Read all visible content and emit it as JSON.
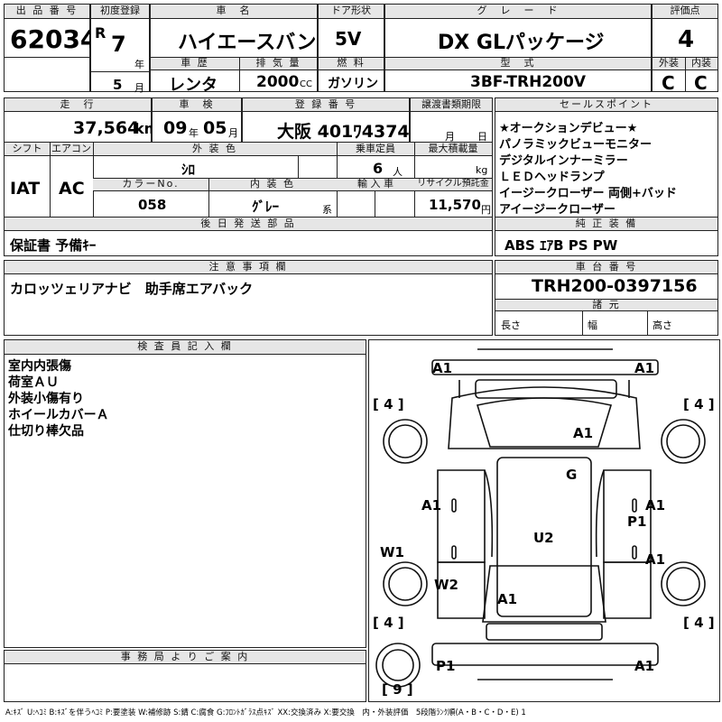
{
  "row1": {
    "lot_label": "出 品 番 号",
    "lot": "62034",
    "first_reg_label": "初度登録",
    "era": "R",
    "year": "7",
    "year_unit": "年",
    "month": "5",
    "month_unit": "月",
    "name_label": "車　名",
    "name": "ハイエースバン",
    "door_label": "ドア形状",
    "door": "5V",
    "grade_label": "グ　レ　ー　ド",
    "grade": "DX GLパッケージ",
    "score_label": "評価点",
    "score": "4",
    "history_label": "車 歴",
    "history": "レンタ",
    "disp_label": "排 気 量",
    "disp": "2000",
    "disp_unit": "CC",
    "fuel_label": "燃 料",
    "fuel": "ガソリン",
    "model_label": "型　式",
    "model": "3BF-TRH200V",
    "ext_label": "外装",
    "int_label": "内装",
    "ext_grade": "C",
    "int_grade": "C"
  },
  "row2": {
    "mileage_label": "走　行",
    "mileage": "37,564",
    "mileage_unit": "km",
    "inspection_label": "車　検",
    "insp_y": "09",
    "insp_y_unit": "年",
    "insp_m": "05",
    "insp_m_unit": "月",
    "plate_label": "登 録 番 号",
    "plate": "大阪 401ﾜ4374",
    "transfer_label": "譲渡書類期限",
    "transfer_m_unit": "月",
    "transfer_d_unit": "日",
    "shift_label": "シフト",
    "shift": "IAT",
    "ac_label": "エアコン",
    "ac": "AC",
    "color_label": "外 装 色",
    "color": "ｼﾛ",
    "capacity_label": "乗車定員",
    "capacity": "6",
    "capacity_unit": "人",
    "load_label": "最大積載量",
    "load_unit": "kg",
    "colorno_label": "カラーNo.",
    "colorno": "058",
    "interior_label": "内 装 色",
    "interior": "ｸﾞﾚｰ",
    "interior_unit": "系",
    "import_label": "輸 入 車",
    "recycle_label": "リサイクル預託金",
    "recycle": "11,570",
    "recycle_unit": "円"
  },
  "sales": {
    "label": "セールスポイント",
    "items": [
      "★オークションデビュー★",
      "パノラミックビューモニター",
      "デジタルインナーミラー",
      "ＬＥＤヘッドランプ",
      "イージークローザー 両側+バッド",
      "アイージークローザー"
    ]
  },
  "later": {
    "label": "後 日 発 送 部 品",
    "value": "保証書 予備ｷｰ"
  },
  "equipment": {
    "label": "純 正 装 備",
    "value": "ABS ｴｱB PS PW"
  },
  "notes": {
    "label": "注 意 事 項 欄",
    "value": "カロッツェリアナビ　助手席エアバック"
  },
  "chassis": {
    "label": "車 台 番 号",
    "value": "TRH200-0397156",
    "specs_label": "諸 元",
    "length": "長さ",
    "width": "幅",
    "height": "高さ"
  },
  "inspector": {
    "label": "検 査 員 記 入 欄",
    "lines": [
      "室内内張傷",
      "荷室ＡＵ",
      "外装小傷有り",
      "ホイールカバーＡ",
      "仕切り棒欠品"
    ]
  },
  "office": {
    "label": "事 務 局 よ り ご 案 内"
  },
  "diagram": {
    "marks": {
      "front_left": "A1",
      "front_right": "A1",
      "hood": "A1",
      "windshield": "G",
      "left_front_door": "A1",
      "right_front_door": "A1",
      "right_pillar": "P1",
      "left_slide": "W1",
      "roof": "U2",
      "left_rear": "W2",
      "right_rear": "A1",
      "rear_glass": "A1",
      "rear_left": "P1",
      "rear_right": "A1"
    },
    "tires": {
      "fl": "4",
      "fr": "4",
      "rl": "4",
      "rr": "4",
      "spare": "9"
    }
  },
  "legend": "A:ｷｽﾞ U:ﾍｺﾐ B:ｷｽﾞを伴うﾍｺﾐ P:要塗装 W:補修跡 S:錆 C:腐食 G:ﾌﾛﾝﾄｶﾞﾗｽ点ｷｽﾞ XX:交換済み X:要交換　内・外装評価　5段階ﾗﾝｸ順(A・B・C・D・E) 1"
}
